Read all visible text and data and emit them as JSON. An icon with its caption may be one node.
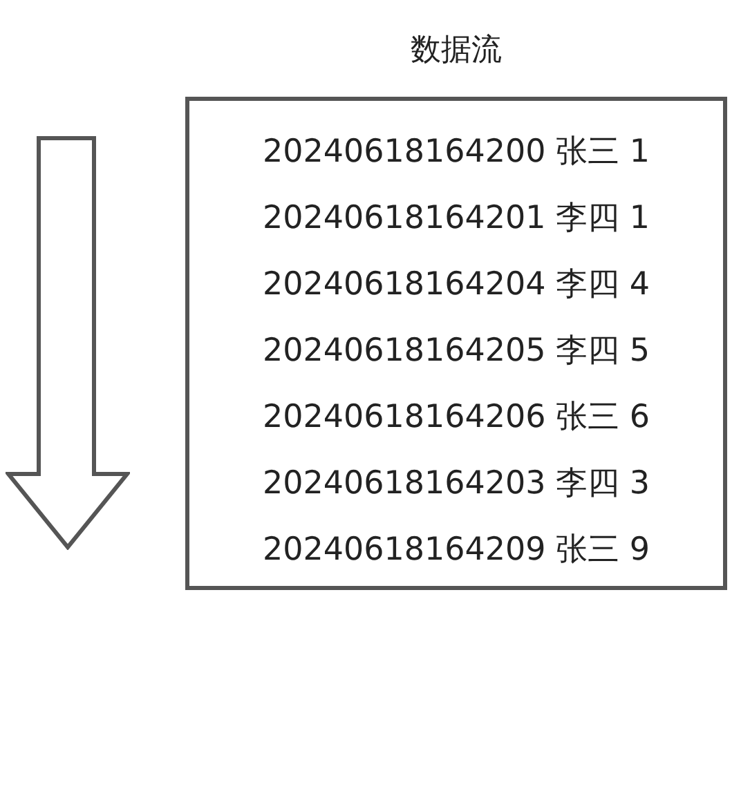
{
  "diagram": {
    "title": "数据流",
    "nodes": [
      {
        "text": [
          "20240618164200 张三 1",
          "20240618164201 李四 1",
          "20240618164204 李四 4",
          "20240618164205 李四 5",
          "20240618164206 张三 6",
          "20240618164203 李四 3",
          "20240618164209 张三 9"
        ]
      }
    ]
  }
}
